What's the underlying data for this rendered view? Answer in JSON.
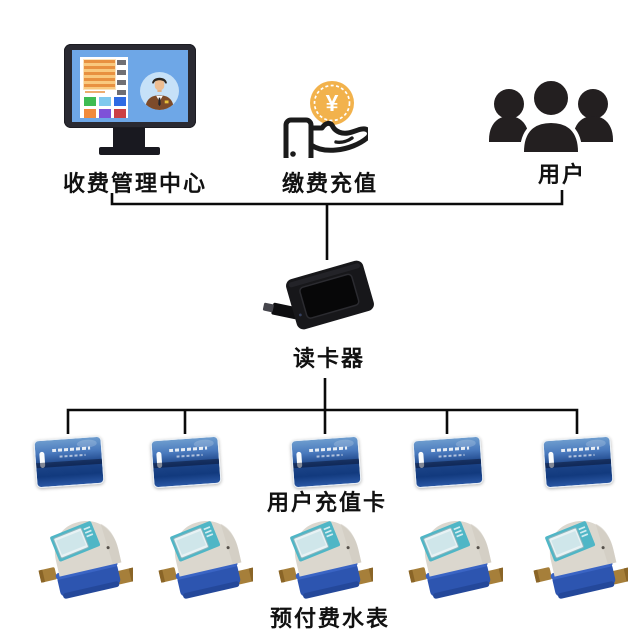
{
  "diagram": {
    "nodes": {
      "management_center": {
        "label": "收费管理中心",
        "icon": "monitor-dashboard"
      },
      "payment_recharge": {
        "label": "缴费充值",
        "icon": "hand-holding-coin",
        "coin_symbol": "¥"
      },
      "users": {
        "label": "用户",
        "icon": "user-group"
      },
      "card_reader": {
        "label": "读卡器",
        "icon": "usb-card-reader"
      },
      "recharge_cards": {
        "label": "用户充值卡",
        "icon": "blue-ic-card",
        "count": 5
      },
      "prepaid_meters": {
        "label": "预付费水表",
        "icon": "prepaid-water-meter",
        "count": 5
      }
    },
    "colors": {
      "line": "#0a0a0a",
      "screen_blue": "#6ea7e7",
      "coin_gold": "#f2b24c",
      "card_blue": "#1c4488",
      "meter_base_blue": "#2d55b0",
      "meter_body_cream": "#dbd7ce",
      "lcd_teal": "#4fb6c6",
      "brass": "#a67f3a",
      "suit_brown": "#7d4b2a",
      "people_black": "#231f20"
    }
  }
}
